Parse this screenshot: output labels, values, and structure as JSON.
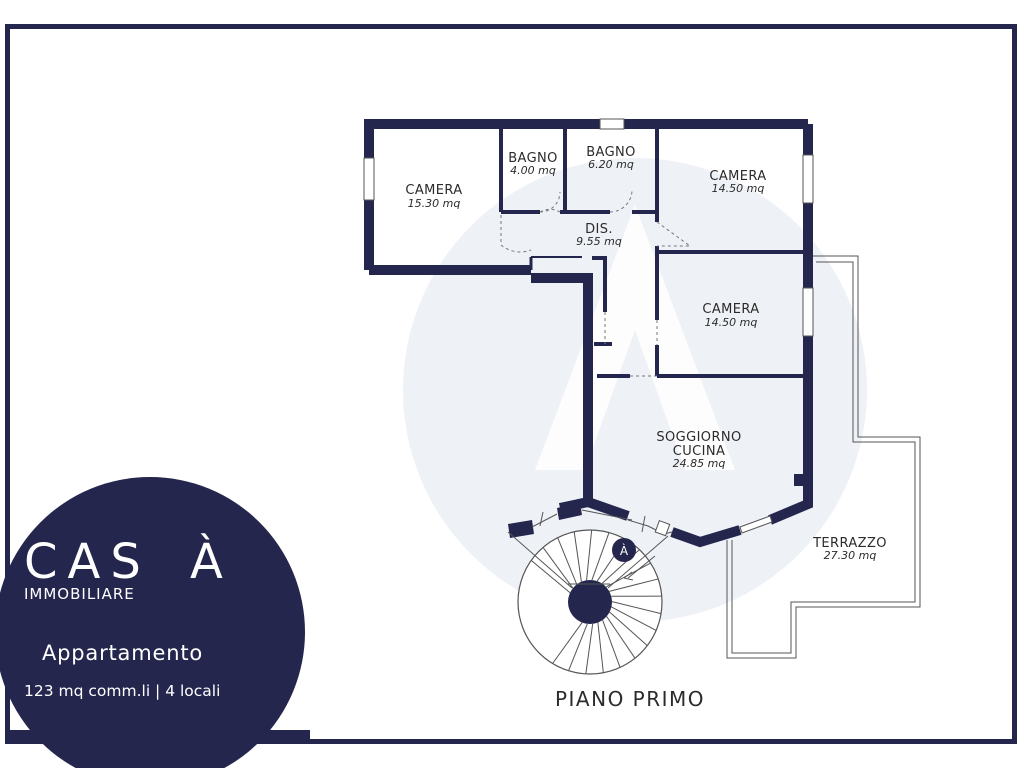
{
  "brand": {
    "name": "CAS",
    "accent_letter": "À",
    "subtitle": "IMMOBILIARE",
    "colors": {
      "navy": "#24264e",
      "watermark": "#eef1f6",
      "white": "#ffffff"
    }
  },
  "listing": {
    "title": "Appartamento",
    "details": "123 mq comm.li | 4 locali"
  },
  "plan": {
    "floor_label": "PIANO PRIMO",
    "rooms": [
      {
        "name": "CAMERA",
        "area": "15.30 mq"
      },
      {
        "name": "BAGNO",
        "area": "4.00 mq"
      },
      {
        "name": "BAGNO",
        "area": "6.20 mq"
      },
      {
        "name": "CAMERA",
        "area": "14.50 mq"
      },
      {
        "name": "DIS.",
        "area": "9.55 mq"
      },
      {
        "name": "CAMERA",
        "area": "14.50 mq"
      },
      {
        "name": "SOGGIORNO",
        "name2": "CUCINA",
        "area": "24.85 mq"
      },
      {
        "name": "TERRAZZO",
        "area": "27.30 mq"
      }
    ],
    "stair_marker": "À"
  }
}
